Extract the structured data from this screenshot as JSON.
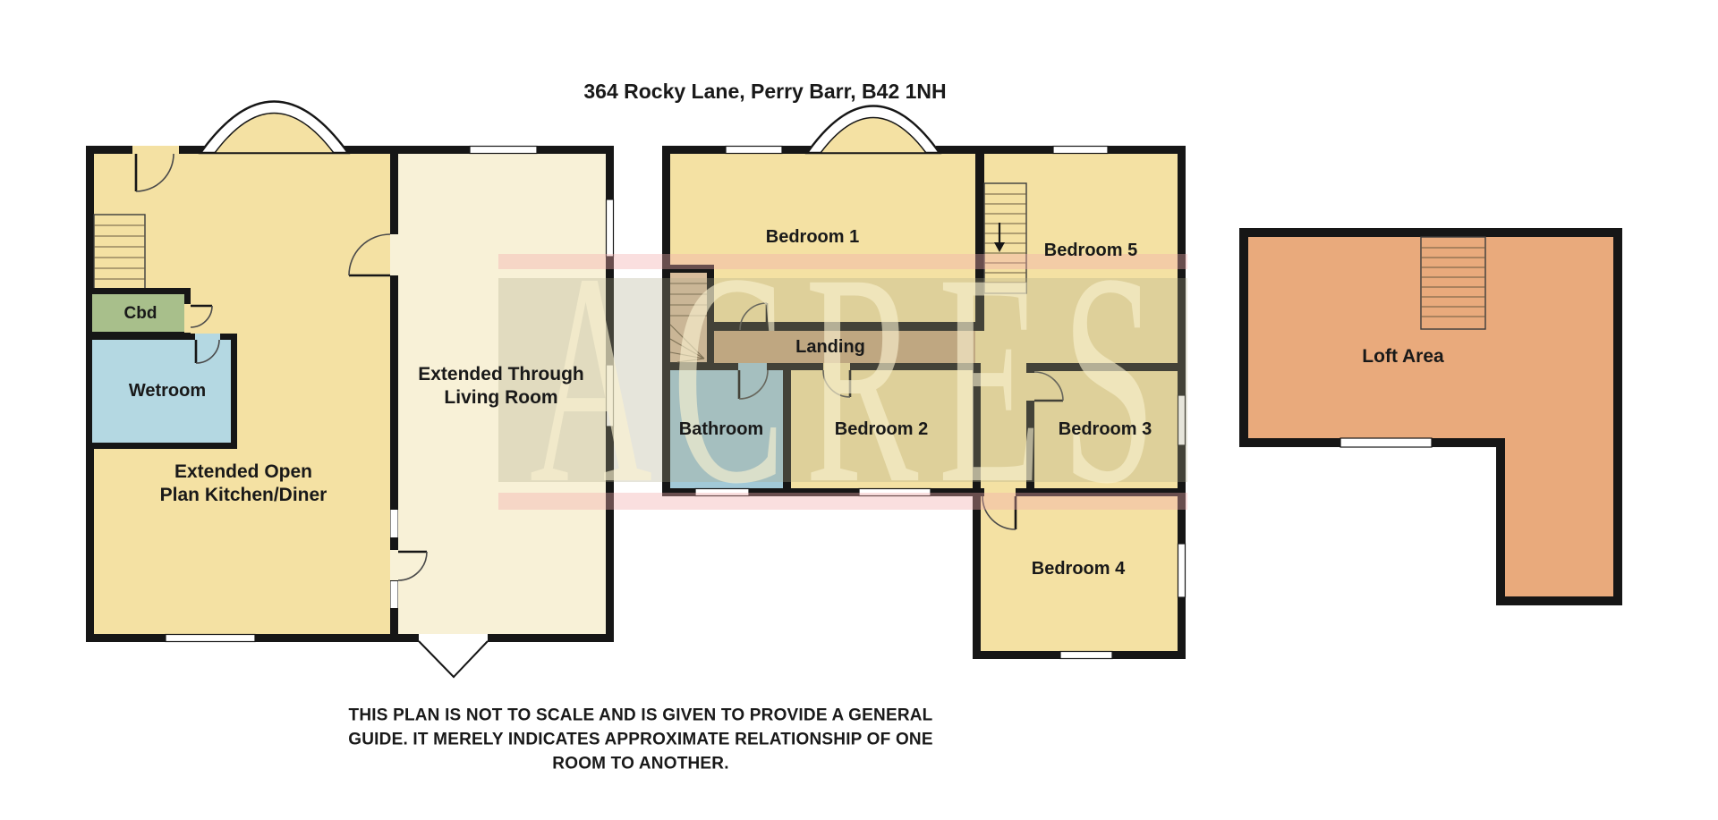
{
  "title": "364 Rocky Lane, Perry Barr, B42 1NH",
  "watermark": "ACRES",
  "disclaimer": "THIS PLAN IS NOT TO SCALE AND IS GIVEN TO PROVIDE A GENERAL\nGUIDE. IT MERELY INDICATES APPROXIMATE RELATIONSHIP OF ONE\nROOM TO ANOTHER.",
  "ground_floor": {
    "kitchen_label": "Extended Open\nPlan Kitchen/Diner",
    "living_label": "Extended Through\nLiving Room",
    "cbd_label": "Cbd",
    "wetroom_label": "Wetroom"
  },
  "first_floor": {
    "bedroom1_label": "Bedroom 1",
    "bedroom2_label": "Bedroom 2",
    "bedroom3_label": "Bedroom 3",
    "bedroom4_label": "Bedroom 4",
    "bedroom5_label": "Bedroom 5",
    "landing_label": "Landing",
    "bathroom_label": "Bathroom"
  },
  "loft_floor": {
    "loft_label": "Loft Area"
  },
  "colors": {
    "walls": "#161616",
    "yellow": "#f4e1a3",
    "cream": "#f8f1d7",
    "cbd_green": "#a8bf8b",
    "wetroom_blue": "#b4d8e2",
    "bathroom_blue": "#a2c9d7",
    "landing_brown": "#c7a67e",
    "stair_tan": "#d7bc9c",
    "loft_orange": "#e9aa7c",
    "window": "#ffffff"
  }
}
